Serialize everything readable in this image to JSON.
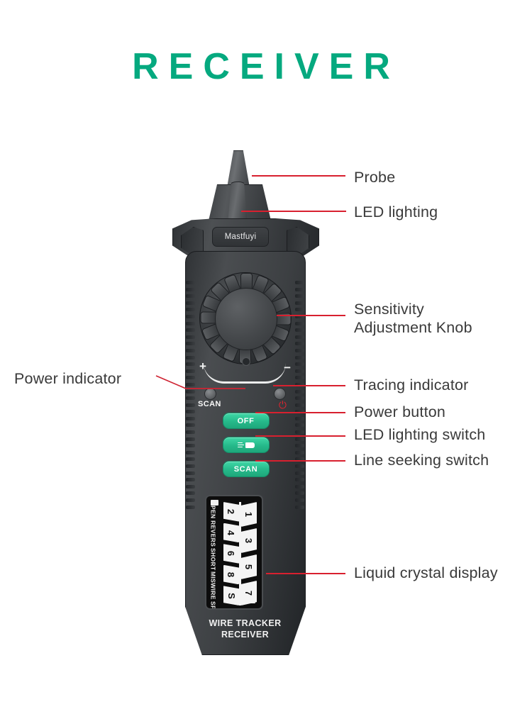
{
  "header": {
    "title": "RECEIVER",
    "title_color": "#05a97f"
  },
  "device": {
    "brand": "Mastfuyi",
    "footer_line1": "WIRE TRACKER",
    "footer_line2": "RECEIVER",
    "scale": {
      "plus": "+",
      "minus": "−"
    },
    "indicators": {
      "scan_label": "SCAN",
      "power_symbol": "⏻"
    },
    "buttons": [
      {
        "id": "power",
        "label": "OFF"
      },
      {
        "id": "led-light",
        "label": ""
      },
      {
        "id": "scan",
        "label": "SCAN"
      }
    ],
    "button_color": "#26b98a",
    "lcd": {
      "status_labels": [
        "OPEN",
        "REVERS",
        "SHORT",
        "MISWIRE",
        "SPLIT"
      ],
      "left_digits": [
        "2",
        "4",
        "6",
        "8",
        "S"
      ],
      "right_digits": [
        "1",
        "3",
        "5",
        "7"
      ]
    }
  },
  "callouts": {
    "probe": "Probe",
    "led_lighting": "LED lighting",
    "sensitivity_line1": "Sensitivity",
    "sensitivity_line2": "Adjustment Knob",
    "power_indicator": "Power indicator",
    "tracing_indicator": "Tracing indicator",
    "power_button": "Power button",
    "led_lighting_switch": "LED lighting switch",
    "line_seeking_switch": "Line seeking switch",
    "liquid_crystal_display": "Liquid crystal display",
    "line_color": "#d8202f"
  }
}
